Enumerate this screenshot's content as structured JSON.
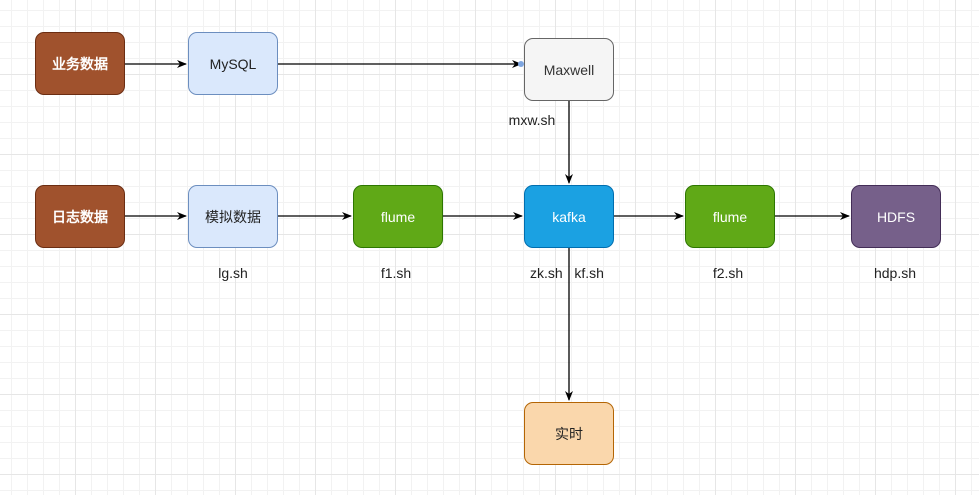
{
  "nodes": {
    "business_data": "业务数据",
    "mysql": "MySQL",
    "maxwell": "Maxwell",
    "log_data": "日志数据",
    "simulated_data": "模拟数据",
    "flume_1": "flume",
    "kafka": "kafka",
    "flume_2": "flume",
    "hdfs": "HDFS",
    "realtime": "实时"
  },
  "labels": {
    "mxw": "mxw.sh",
    "lg": "lg.sh",
    "f1": "f1.sh",
    "zk_kf": "zk.sh   kf.sh",
    "f2": "f2.sh",
    "hdp": "hdp.sh"
  },
  "colors": {
    "business": "#a0522d",
    "blue_light": "#dae8fc",
    "grey": "#f5f5f5",
    "green": "#60a917",
    "kafka_blue": "#1ba1e2",
    "purple": "#76608a",
    "orange_light": "#fad7ac",
    "edge": "#000000"
  }
}
